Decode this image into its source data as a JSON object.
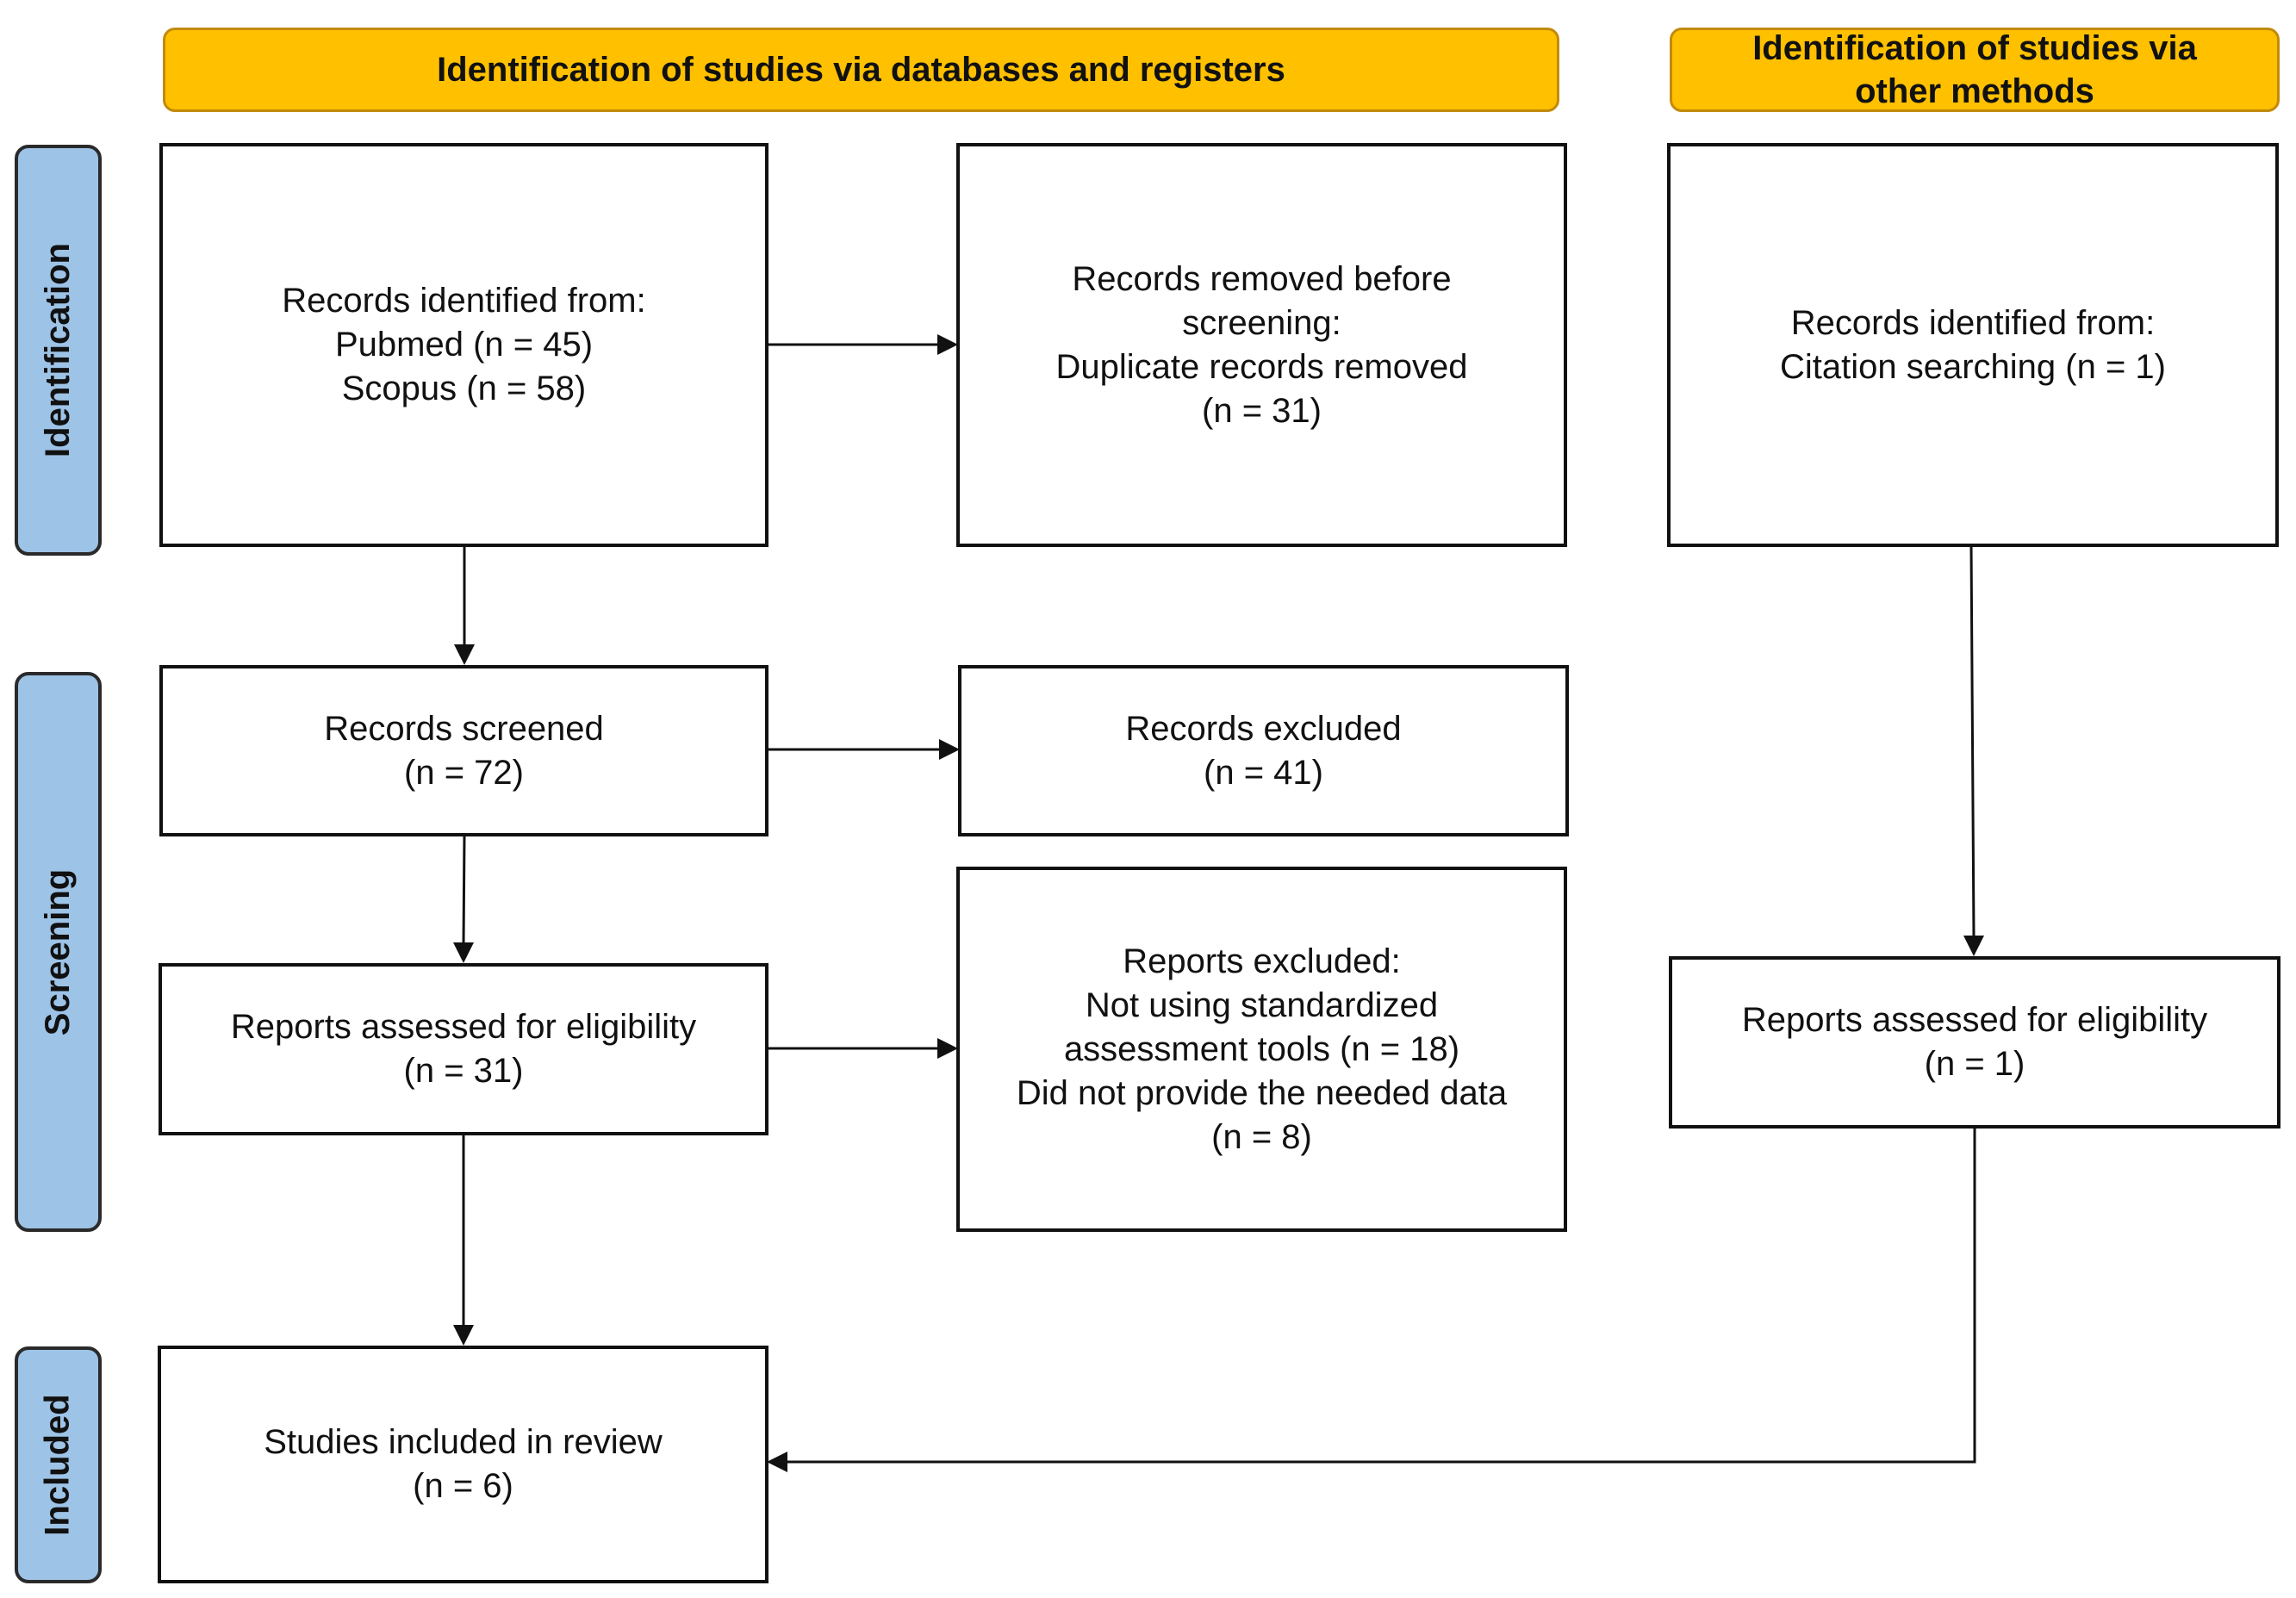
{
  "headers": {
    "databases": "Identification of studies via databases and registers",
    "other_line1": "Identification of studies via",
    "other_line2": "other methods"
  },
  "stages": {
    "identification": "Identification",
    "screening": "Screening",
    "included": "Included"
  },
  "boxes": {
    "records_identified": [
      "Records identified from:",
      "Pubmed (n = 45)",
      "Scopus (n = 58)"
    ],
    "records_removed": [
      "Records removed before",
      "screening:",
      "Duplicate records removed",
      "(n = 31)"
    ],
    "other_records_identified": [
      "Records identified from:",
      "Citation searching (n = 1)"
    ],
    "records_screened": [
      "Records screened",
      "(n = 72)"
    ],
    "records_excluded": [
      "Records excluded",
      "(n = 41)"
    ],
    "reports_assessed": [
      "Reports assessed for eligibility",
      "(n = 31)"
    ],
    "reports_excluded": [
      "Reports excluded:",
      "Not using standardized",
      "assessment tools (n = 18)",
      "Did not provide the needed data",
      "(n = 8)"
    ],
    "other_reports_assessed": [
      "Reports assessed for eligibility",
      "(n = 1)"
    ],
    "studies_included": [
      "Studies included in review",
      "(n = 6)"
    ]
  },
  "colors": {
    "header_fill": "#FFC000",
    "header_border": "#C28A0B",
    "stage_fill": "#9DC3E6",
    "line": "#111111"
  }
}
